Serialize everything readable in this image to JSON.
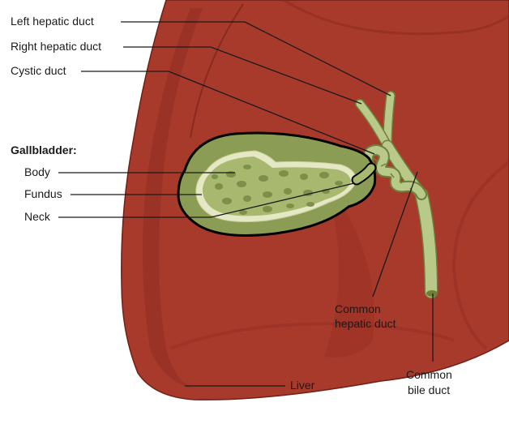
{
  "labels": {
    "left_hepatic_duct": "Left hepatic duct",
    "right_hepatic_duct": "Right hepatic duct",
    "cystic_duct": "Cystic duct",
    "gallbladder_heading": "Gallbladder:",
    "body": "Body",
    "fundus": "Fundus",
    "neck": "Neck",
    "common_hepatic_duct_line1": "Common",
    "common_hepatic_duct_line2": "hepatic duct",
    "common_bile_duct_line1": "Common",
    "common_bile_duct_line2": "bile duct",
    "liver": "Liver"
  },
  "colors": {
    "liver": "#a83a2c",
    "liver_dark": "#8e2c20",
    "liver_outline": "#6f1f16",
    "gallbladder_outer": "#8b9c55",
    "gallbladder_inner": "#a8b86e",
    "gallbladder_rim": "#e4e8c4",
    "mucosa_spot": "#7d8f48",
    "duct_fill": "#b9c98a",
    "duct_outline": "#6f7f3a",
    "leader_line": "#1a1a1a"
  }
}
